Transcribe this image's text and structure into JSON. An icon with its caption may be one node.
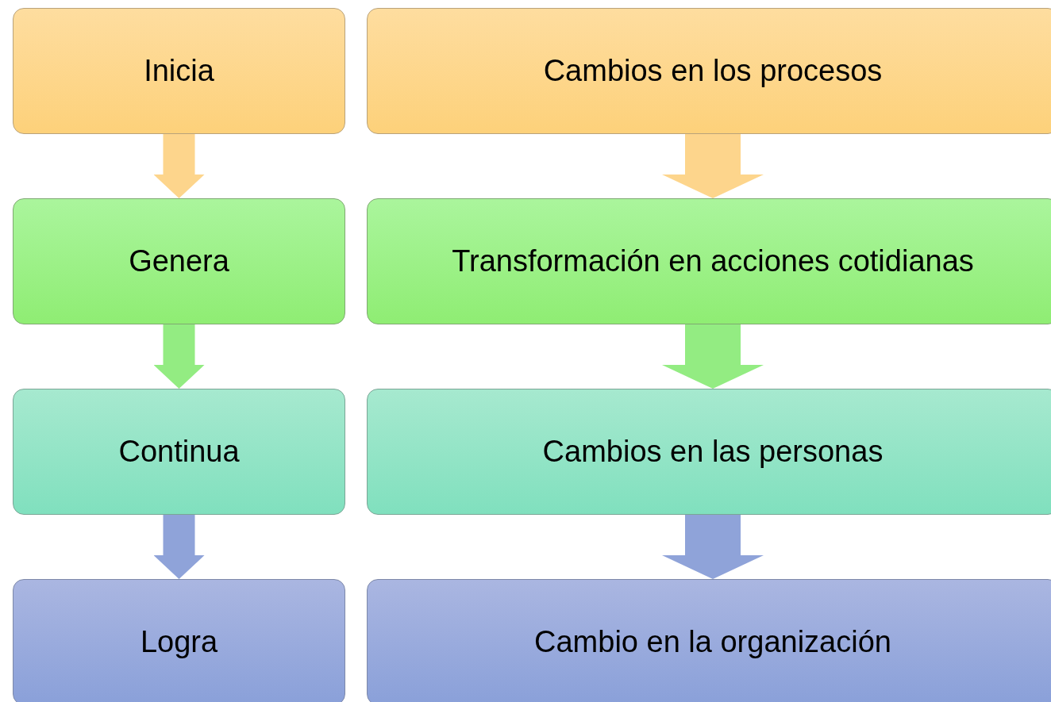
{
  "diagram": {
    "nodes": [
      {
        "text": [
          "Inicia"
        ]
      },
      {
        "text": [
          "Cambios en los procesos"
        ]
      },
      {
        "text": [
          "Genera"
        ]
      },
      {
        "text": [
          "Transformación en acciones cotidianas"
        ]
      },
      {
        "text": [
          "Continua"
        ]
      },
      {
        "text": [
          "Cambios en las personas"
        ]
      },
      {
        "text": [
          "Logra"
        ]
      },
      {
        "text": [
          "Cambio en la organización"
        ]
      }
    ],
    "edges": [
      {
        "from": 0,
        "to": 2,
        "arrow": "to",
        "color": "#fdd58c"
      },
      {
        "from": 2,
        "to": 4,
        "arrow": "to",
        "color": "#93ec82"
      },
      {
        "from": 4,
        "to": 6,
        "arrow": "to",
        "color": "#8fa3d9"
      },
      {
        "from": 1,
        "to": 3,
        "arrow": "to",
        "color": "#fdd58c"
      },
      {
        "from": 3,
        "to": 5,
        "arrow": "to",
        "color": "#93ec82"
      },
      {
        "from": 5,
        "to": 7,
        "arrow": "to",
        "color": "#8fa3d9"
      }
    ]
  }
}
